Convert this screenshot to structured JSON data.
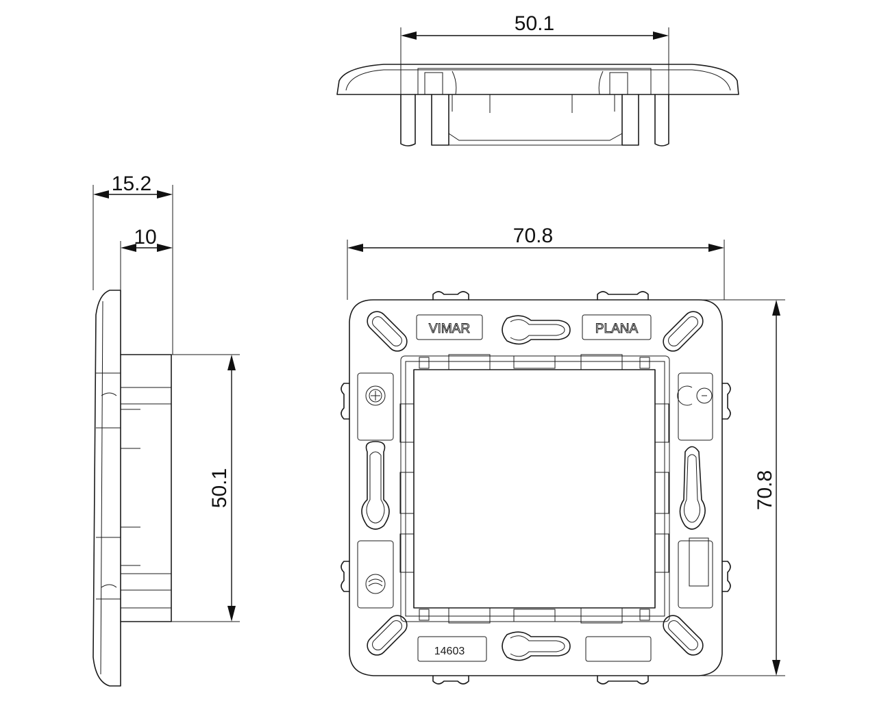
{
  "dimensions": {
    "top_width": "50.1",
    "side_depth_total": "15.2",
    "side_depth_inner": "10",
    "side_height": "50.1",
    "front_width": "70.8",
    "front_height": "70.8"
  },
  "labels": {
    "brand_left": "VIMAR",
    "brand_right": "PLANA",
    "part_number": "14603"
  }
}
